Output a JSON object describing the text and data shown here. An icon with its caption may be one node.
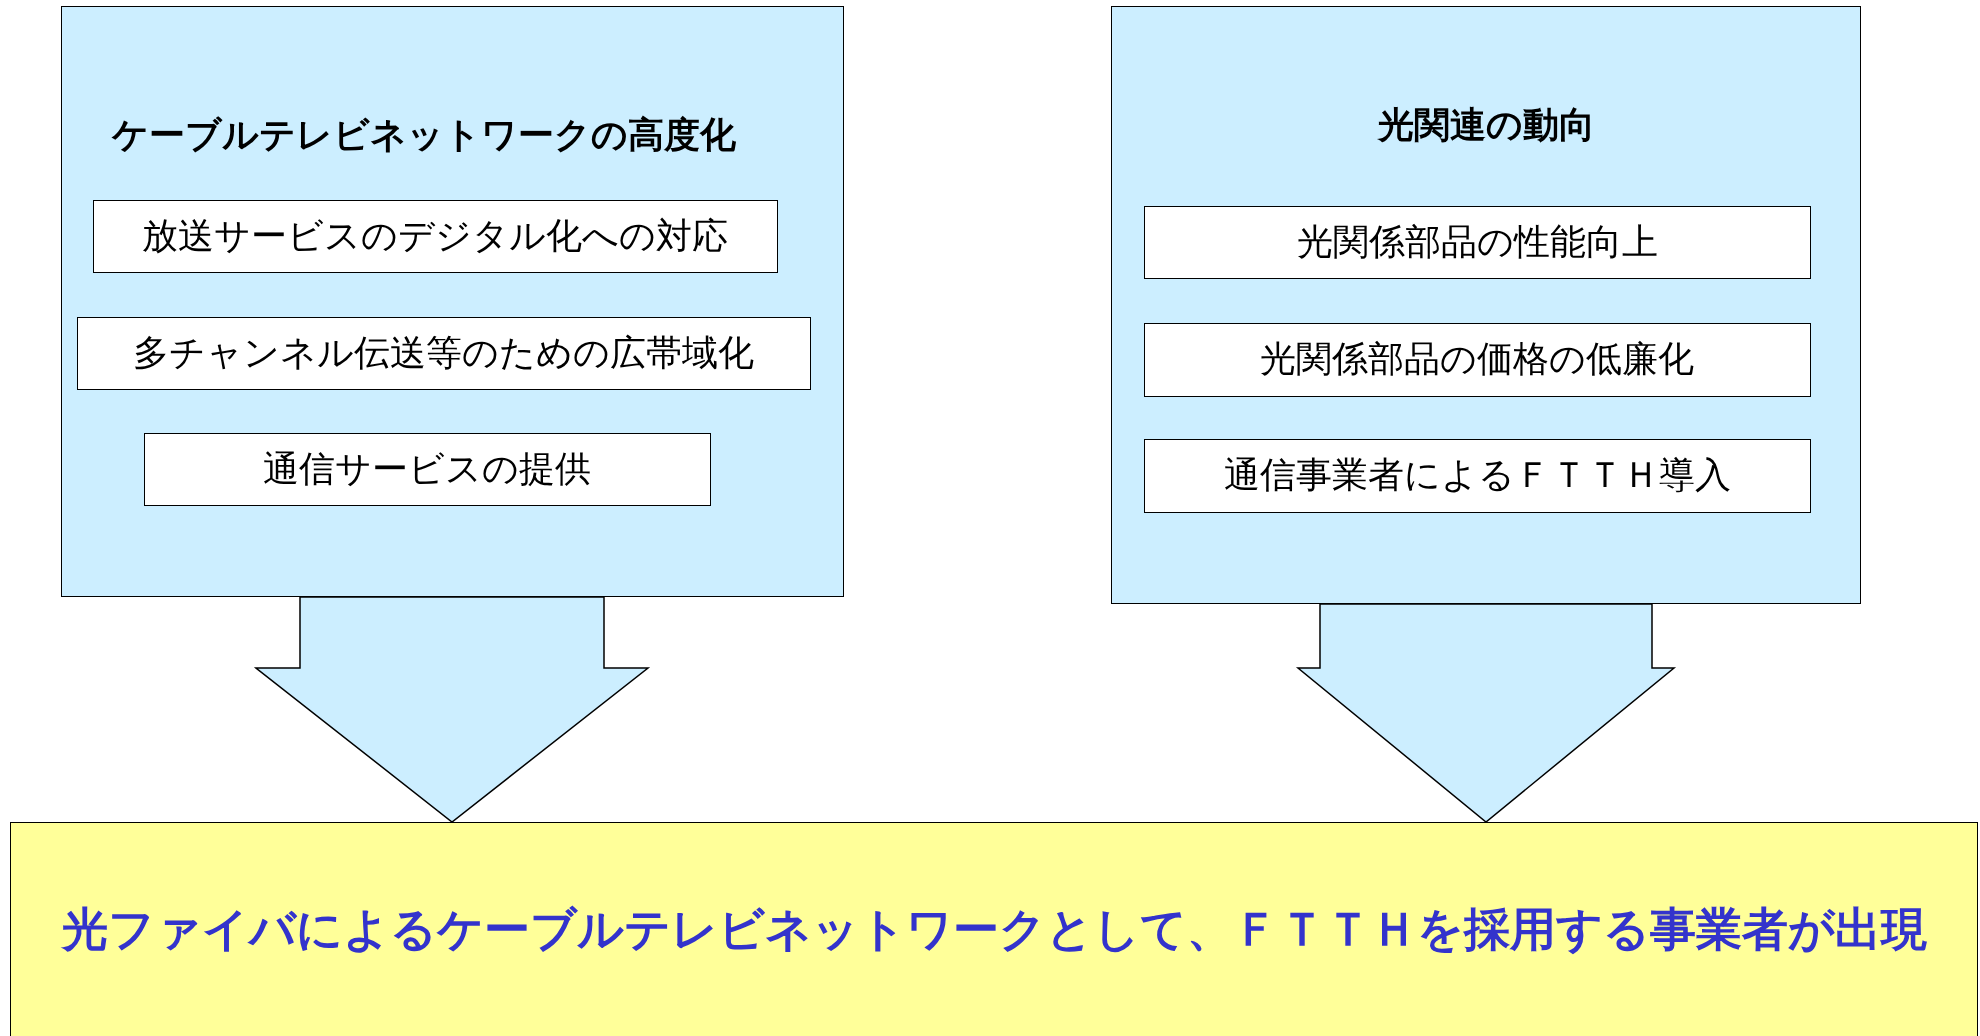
{
  "diagram": {
    "nodes": [
      {
        "text": [
          "ケーブルテレビネットワークの高度化"
        ]
      },
      {
        "text": [
          "放送サービスのデジタル化への対応"
        ],
        "in": 0
      },
      {
        "text": [
          "多チャンネル伝送等のための広帯域化"
        ],
        "in": 0
      },
      {
        "text": [
          "通信サービスの提供"
        ],
        "in": 0
      },
      {
        "text": [
          "光関連の動向"
        ]
      },
      {
        "text": [
          "光関係部品の性能向上"
        ],
        "in": 4
      },
      {
        "text": [
          "光関係部品の価格の低廉化"
        ],
        "in": 4
      },
      {
        "text": [
          "通信事業者によるＦＴＴＨ導入"
        ],
        "in": 4
      },
      {
        "text": [
          "光ファイバによるケーブルテレビネットワークとして、ＦＴＴＨを採用する事業者が出現"
        ]
      }
    ],
    "edges": [
      {
        "from": 0,
        "to": 8,
        "arrow": "to"
      },
      {
        "from": 4,
        "to": 8,
        "arrow": "to"
      }
    ]
  }
}
